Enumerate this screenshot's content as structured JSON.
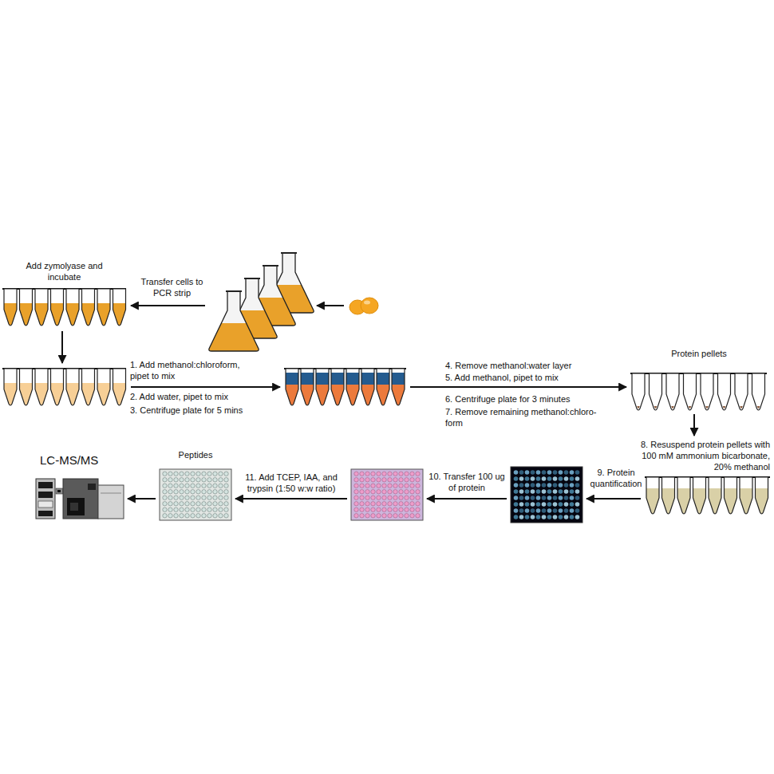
{
  "diagram": {
    "nodes": [
      {
        "text": []
      },
      {
        "text": []
      },
      {
        "text": [
          "Add zymolyase and incubate"
        ]
      },
      {
        "text": []
      },
      {
        "text": []
      },
      {
        "text": [
          "Protein pellets"
        ]
      },
      {
        "text": []
      },
      {
        "text": []
      },
      {
        "text": []
      },
      {
        "text": [
          "Peptides"
        ]
      },
      {
        "text": [
          "LC-MS/MS"
        ]
      }
    ],
    "edges": [
      {
        "from": 0,
        "to": 1,
        "arrow": "to"
      },
      {
        "from": 1,
        "to": 2,
        "label": "Transfer cells to PCR strip",
        "arrow": "to"
      },
      {
        "from": 2,
        "to": 3,
        "arrow": "to"
      },
      {
        "from": 3,
        "to": 4,
        "label": "1. Add methanol:chloroform, pipet to mix",
        "arrow": "to"
      },
      {
        "from": 4,
        "to": 5,
        "label": "4. Remove methanol:water layer",
        "arrow": "to"
      },
      {
        "from": 5,
        "to": 6,
        "label": "8. Resuspend protein pellets with 100 mM ammonium bicarbonate, 20% methanol",
        "arrow": "to"
      },
      {
        "from": 6,
        "to": 7,
        "label": "9. Protein quantification",
        "arrow": "to"
      },
      {
        "from": 7,
        "to": 8,
        "label": "10. Transfer 100 ug of protein",
        "arrow": "to"
      },
      {
        "from": 8,
        "to": 9,
        "label": "11. Add TCEP, IAA, and trypsin (1:50 w:w ratio)",
        "arrow": "to"
      },
      {
        "from": 9,
        "to": 10,
        "arrow": "to"
      }
    ],
    "labels": [
      "2. Add water, pipet to mix",
      "3. Centrifuge plate for 5 mins",
      "5. Add methanol, pipet to mix",
      "6. Centrifuge plate for 3 minutes",
      "7. Remove remaining methanol:chloro- form"
    ]
  }
}
